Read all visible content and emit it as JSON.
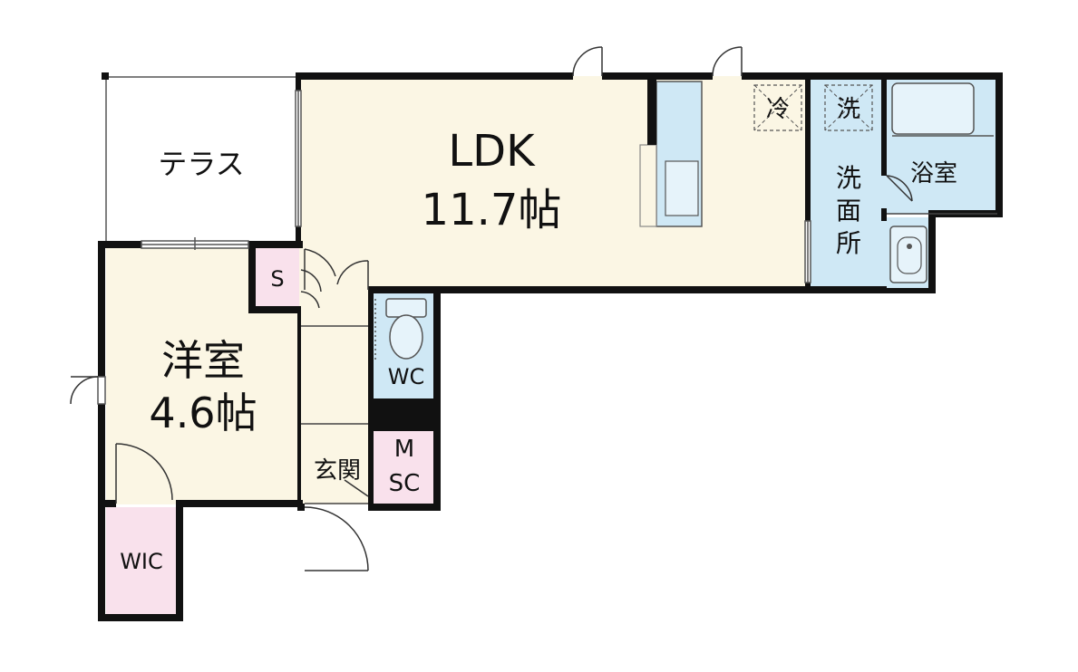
{
  "rooms": {
    "ldk": {
      "name": "LDK",
      "size": "11.7帖"
    },
    "bedroom": {
      "name": "洋室",
      "size": "4.6帖"
    },
    "terrace": {
      "name": "テラス"
    },
    "storage": {
      "name": "S"
    },
    "wc": {
      "name": "WC"
    },
    "wic": {
      "name": "WIC"
    },
    "entrance": {
      "name": "玄関"
    },
    "msc": {
      "line1": "M",
      "line2": "SC"
    },
    "bath": {
      "name": "浴室"
    },
    "washroom": {
      "line1": "洗",
      "line2": "面",
      "line3": "所"
    }
  },
  "fixtures": {
    "fridge": {
      "label": "冷"
    },
    "washer": {
      "label": "洗"
    }
  },
  "colors": {
    "wall": "#111111",
    "ldk_fill": "#fbf6e4",
    "wet_fill": "#cfe8f5",
    "storage_fill": "#f9e1ec",
    "terrace_fill": "#ffffff"
  },
  "icons": {
    "door_swing": "door-swing-icon",
    "toilet": "toilet-icon",
    "bathtub": "bathtub-icon",
    "washbasin": "washbasin-icon",
    "kitchen_counter": "kitchen-counter-icon"
  }
}
